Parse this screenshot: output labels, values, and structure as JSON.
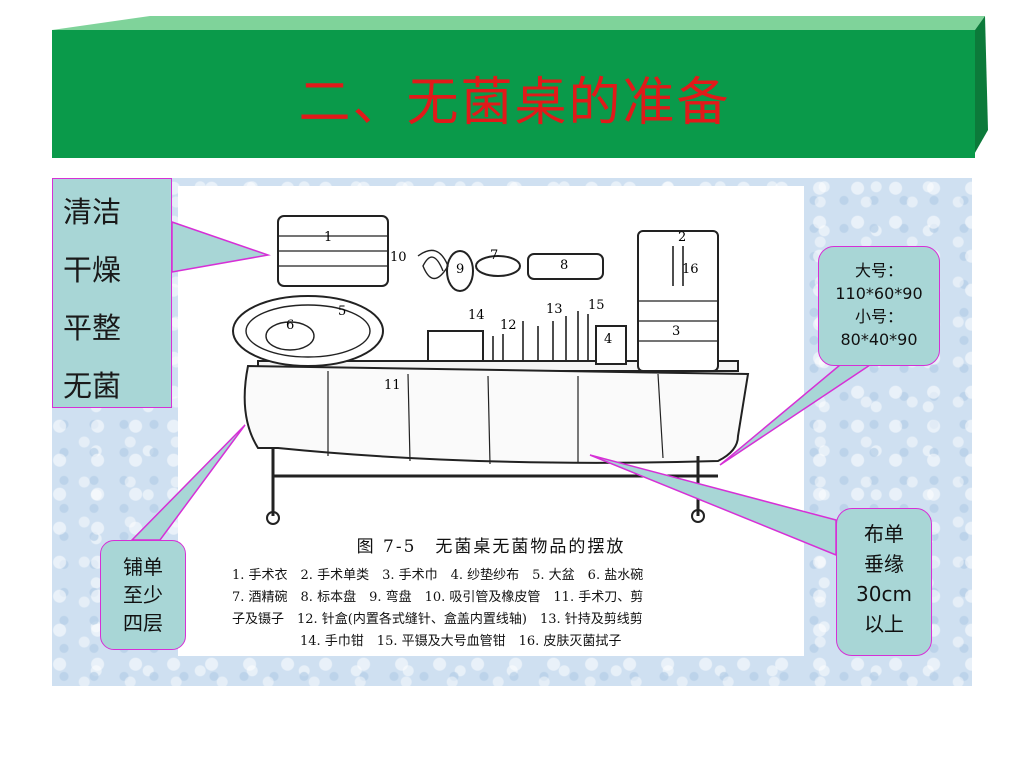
{
  "title": "二、无菌桌的准备",
  "left_callout": {
    "lines": [
      "清洁",
      "干燥",
      "平整",
      "无菌"
    ]
  },
  "size_callout": {
    "large_label": "大号：",
    "large_value": "110*60*90",
    "small_label": "小号：",
    "small_value": "80*40*90"
  },
  "cover_callout": {
    "line1": "布单",
    "line2": "垂缘",
    "line3": "30cm",
    "line4": "以上"
  },
  "layer_callout": {
    "line1": "铺单",
    "line2": "至少",
    "line3": "四层"
  },
  "figure": {
    "caption": "图 7-5　无菌桌无菌物品的摆放",
    "legend": [
      "1. 手术衣　2. 手术单类　3. 手术巾　4. 纱垫纱布　5. 大盆　6. 盐水碗",
      "7. 酒精碗　8. 标本盘　9. 弯盘　10. 吸引管及橡皮管　11. 手术刀、剪",
      "子及镊子　12. 针盒(内置各式缝针、盒盖内置线轴)　13. 针持及剪线剪",
      "14. 手巾钳　15. 平镊及大号血管钳　16. 皮肤灭菌拭子"
    ],
    "item_numbers": [
      "1",
      "2",
      "3",
      "4",
      "5",
      "6",
      "7",
      "8",
      "9",
      "10",
      "11",
      "12",
      "13",
      "14",
      "15",
      "16"
    ]
  },
  "colors": {
    "banner": "#0a9a4a",
    "title": "#e11a1a",
    "callout_fill": "#a8d6d6",
    "callout_border": "#d630d6"
  }
}
